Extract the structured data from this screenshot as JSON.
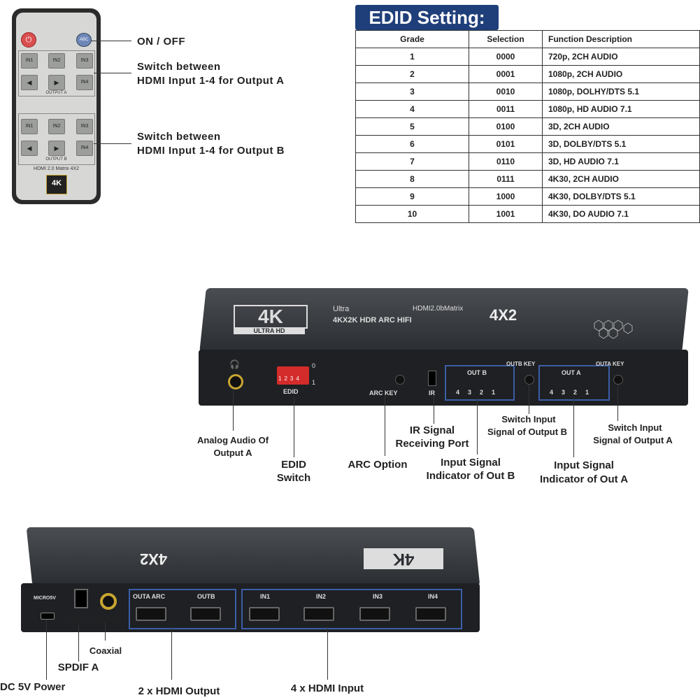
{
  "remote": {
    "power_icon": "power-icon",
    "sub_button": "ABC",
    "out_a_buttons": [
      "IN1",
      "IN2",
      "IN3",
      "IN4"
    ],
    "out_b_buttons": [
      "IN1",
      "IN2",
      "IN3",
      "IN4"
    ],
    "out_a_label": "OUTPUT A",
    "out_b_label": "OUTPUT B",
    "model": "HDMI 2.0 Matrix 4X2",
    "logo_text": "4K"
  },
  "callouts": {
    "power": "ON / OFF",
    "out_a_line1": "Switch between",
    "out_a_line2": "HDMI Input 1-4 for Output A",
    "out_b_line1": "Switch between",
    "out_b_line2": "HDMI Input 1-4 for Output B"
  },
  "edid": {
    "title": "EDID Setting:",
    "headers": [
      "Grade",
      "Selection",
      "Function Description"
    ],
    "rows": [
      [
        "1",
        "0000",
        "720p, 2CH AUDIO"
      ],
      [
        "2",
        "0001",
        "1080p, 2CH AUDIO"
      ],
      [
        "3",
        "0010",
        "1080p, DOLHY/DTS 5.1"
      ],
      [
        "4",
        "0011",
        "1080p, HD AUDIO 7.1"
      ],
      [
        "5",
        "0100",
        "3D, 2CH AUDIO"
      ],
      [
        "6",
        "0101",
        "3D, DOLBY/DTS 5.1"
      ],
      [
        "7",
        "0110",
        "3D, HD AUDIO 7.1"
      ],
      [
        "8",
        "0111",
        "4K30, 2CH AUDIO"
      ],
      [
        "9",
        "1000",
        "4K30, DOLBY/DTS 5.1"
      ],
      [
        "10",
        "1001",
        "4K30, DO AUDIO 7.1"
      ]
    ]
  },
  "front": {
    "logo": "4K",
    "logo_sub": "ULTRA HD",
    "brand": "Ultra",
    "spec": "HDMI2.0bMatrix",
    "subtitle": "4KX2K HDR ARC HIFI",
    "model": "4X2",
    "panel_edid": "EDID",
    "panel_arc": "ARC KEY",
    "panel_ir": "IR",
    "panel_outb": "OUT B",
    "panel_outa": "OUT A",
    "panel_outb_key": "OUTB KEY",
    "panel_outa_key": "OUTA KEY",
    "led_nums": [
      "4",
      "3",
      "2",
      "1"
    ],
    "dip_nums": [
      "1",
      "2",
      "3",
      "4"
    ],
    "labels": {
      "analog": [
        "Analog Audio Of",
        "Output A"
      ],
      "edid": [
        "EDID",
        "Switch"
      ],
      "arc": "ARC  Option",
      "ir": [
        "IR Signal",
        "Receiving Port"
      ],
      "indicator_b": [
        "Input Signal",
        "Indicator of Out B"
      ],
      "switch_b": [
        "Switch Input",
        "Signal of Output B"
      ],
      "indicator_a": [
        "Input Signal",
        "Indicator of Out A"
      ],
      "switch_a": [
        "Switch Input",
        "Signal of Output A"
      ]
    }
  },
  "back": {
    "port_labels": [
      "MICRO5V",
      "SPDIF",
      "COAXIAL",
      "OUTA ARC",
      "OUTB",
      "IN1",
      "IN2",
      "IN3",
      "IN4"
    ],
    "labels": {
      "coaxial": "Coaxial",
      "spdif": "SPDIF A",
      "power": "DC 5V Power",
      "outputs": "2 x HDMI Output",
      "inputs": "4 x HDMI Input"
    }
  },
  "colors": {
    "accent": "#1f3f7a",
    "box": "#3b5ea8",
    "power": "#d94f4f"
  }
}
